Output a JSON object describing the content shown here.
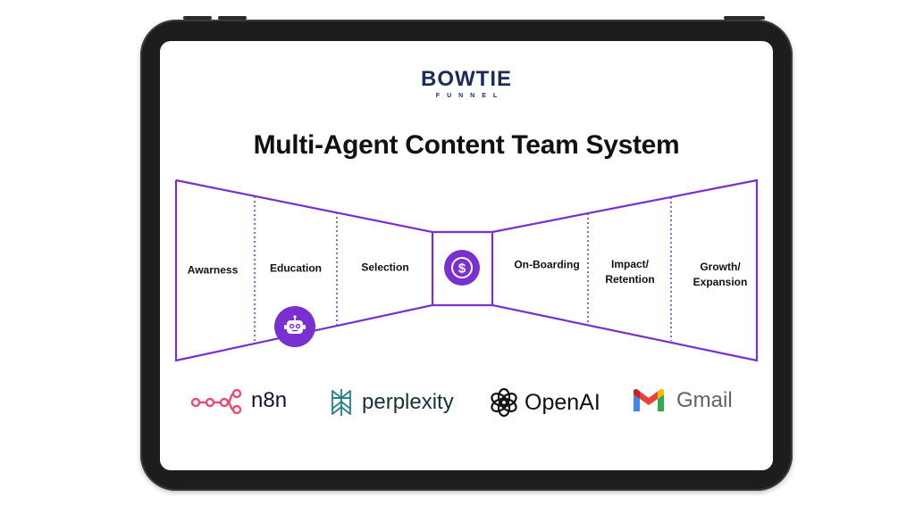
{
  "logo": {
    "main": "BOWTIE",
    "sub": "FUNNEL"
  },
  "title": "Multi-Agent Content Team System",
  "stages": [
    {
      "label": "Awarness"
    },
    {
      "label": "Education"
    },
    {
      "label": "Selection"
    },
    {
      "label": "On-Boarding"
    },
    {
      "label": "Impact/\nRetention"
    },
    {
      "label": "Growth/\nExpansion"
    }
  ],
  "center_badge": {
    "icon": "dollar-icon"
  },
  "agent_badge": {
    "icon": "robot-icon"
  },
  "brands": [
    {
      "name": "n8n",
      "icon": "n8n-icon"
    },
    {
      "name": "perplexity",
      "icon": "perplexity-icon"
    },
    {
      "name": "OpenAI",
      "icon": "openai-icon"
    },
    {
      "name": "Gmail",
      "icon": "gmail-icon"
    }
  ],
  "colors": {
    "accent": "#7a2fd0",
    "navy": "#1e2a5a",
    "n8n": "#ea4b71",
    "perplexity": "#20808d"
  }
}
